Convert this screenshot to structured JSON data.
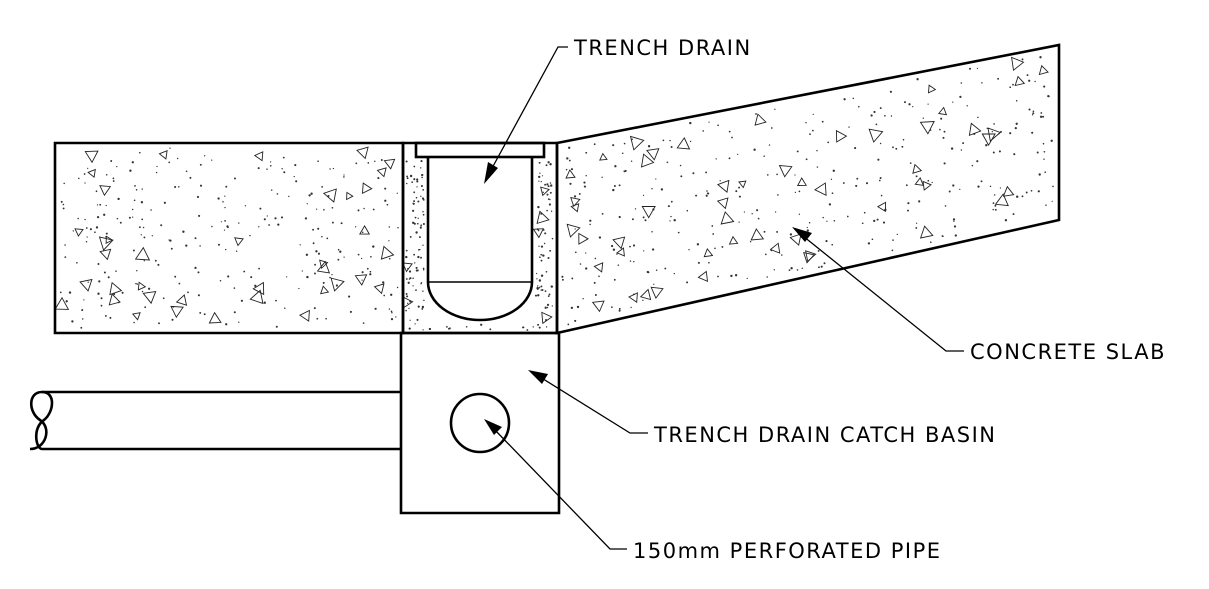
{
  "labels": {
    "trench_drain": "TRENCH DRAIN",
    "concrete_slab": "CONCRETE SLAB",
    "catch_basin": "TRENCH DRAIN CATCH BASIN",
    "perforated_pipe": "150mm PERFORATED PIPE"
  }
}
